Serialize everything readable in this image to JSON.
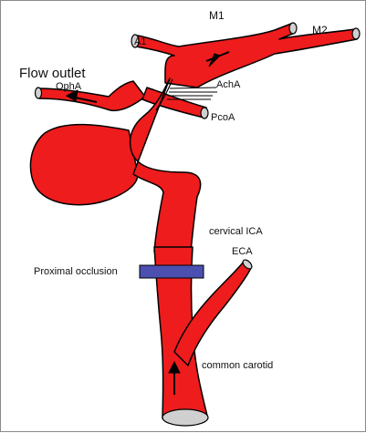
{
  "labels": {
    "m1": "M1",
    "m2": "M2",
    "a1": "A1",
    "flow_outlet": "Flow outlet",
    "ophA": "OphA",
    "achA": "AchA",
    "pcoA": "PcoA",
    "cervical_ica": "cervical ICA",
    "eca": "ECA",
    "proximal_occlusion": "Proximal occlusion",
    "common_carotid": "common carotid"
  },
  "colors": {
    "vessel": "#ee1c1c",
    "outline": "#000000",
    "vessel_cap": "#d0d0d0",
    "occlusion_band": "#4a4fb0",
    "perforator_lines": "#000000"
  }
}
